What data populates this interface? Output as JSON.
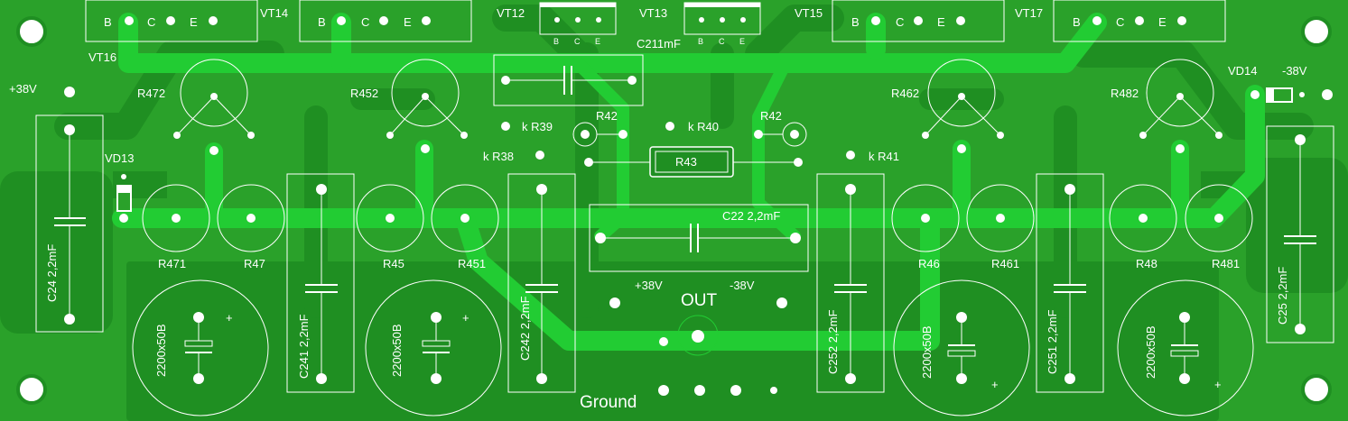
{
  "transistors": {
    "vt14": {
      "name": "VT14",
      "pins": [
        "B",
        "C",
        "E"
      ]
    },
    "vt16": {
      "name": "VT16"
    },
    "vt12": {
      "name": "VT12",
      "pins": [
        "B",
        "C",
        "E"
      ]
    },
    "vt13": {
      "name": "VT13",
      "pins": [
        "B",
        "C",
        "E"
      ]
    },
    "vt15": {
      "name": "VT15",
      "pins": [
        "B",
        "C",
        "E"
      ]
    },
    "vt17": {
      "name": "VT17",
      "pins": [
        "B",
        "C",
        "E"
      ]
    },
    "vt16_pins": [
      "B",
      "C",
      "E"
    ]
  },
  "resistors": {
    "r472": "R472",
    "r452": "R452",
    "r462": "R462",
    "r482": "R482",
    "r471": "R471",
    "r47": "R47",
    "r45": "R45",
    "r451": "R451",
    "r46": "R46",
    "r461": "R461",
    "r48": "R48",
    "r481": "R481",
    "r39": "k R39",
    "r40": "k R40",
    "r38": "k R38",
    "r41": "k R41",
    "r42a": "R42",
    "r42b": "R42",
    "r43": "R43"
  },
  "capacitors": {
    "c211": "C211mF",
    "c22": "C22 2,2mF",
    "c24": "C24 2,2mF",
    "c241": "C241 2,2mF",
    "c242": "C242 2,2mF",
    "c252": "C252 2,2mF",
    "c251": "C251 2,2mF",
    "c25": "C25 2,2mF",
    "elco_rating": "2200x50B",
    "plus": "+"
  },
  "diodes": {
    "vd13": "VD13",
    "vd14": "VD14"
  },
  "power": {
    "v_pos_left": "+38V",
    "v_neg_right": "-38V",
    "v_pos_mid": "+38V",
    "v_neg_mid": "-38V",
    "out": "OUT",
    "ground": "Ground"
  },
  "colors": {
    "board": "#2aa12a",
    "ground_plane": "#1f8f22",
    "signal_trace": "#22cc33",
    "silkscreen": "#ffffff"
  }
}
